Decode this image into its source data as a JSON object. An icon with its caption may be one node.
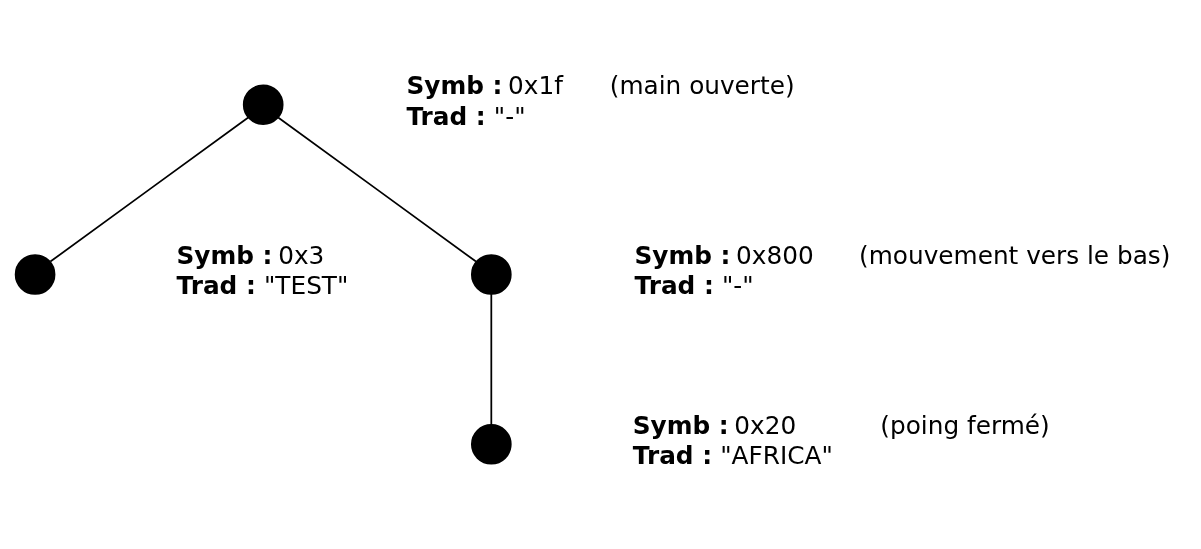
{
  "diagram": {
    "nodes": [
      {
        "text": [],
        "shape": "circle",
        "beside": [
          "Symb : 0x1f",
          "Trad : \"-\"",
          "(main ouverte)"
        ]
      },
      {
        "text": [],
        "shape": "circle",
        "beside": [
          "Symb : 0x3",
          "Trad : \"TEST\""
        ]
      },
      {
        "text": [],
        "shape": "circle",
        "beside": [
          "Symb : 0x800",
          "Trad : \"-\"",
          "(mouvement vers le bas)"
        ]
      },
      {
        "text": [],
        "shape": "circle",
        "beside": [
          "Symb : 0x20",
          "Trad : \"AFRICA\"",
          "(poing fermé)"
        ]
      }
    ],
    "edges": [
      {
        "from": 0,
        "to": 1,
        "arrow": "none"
      },
      {
        "from": 0,
        "to": 2,
        "arrow": "none"
      },
      {
        "from": 2,
        "to": 3,
        "arrow": "none"
      }
    ]
  }
}
